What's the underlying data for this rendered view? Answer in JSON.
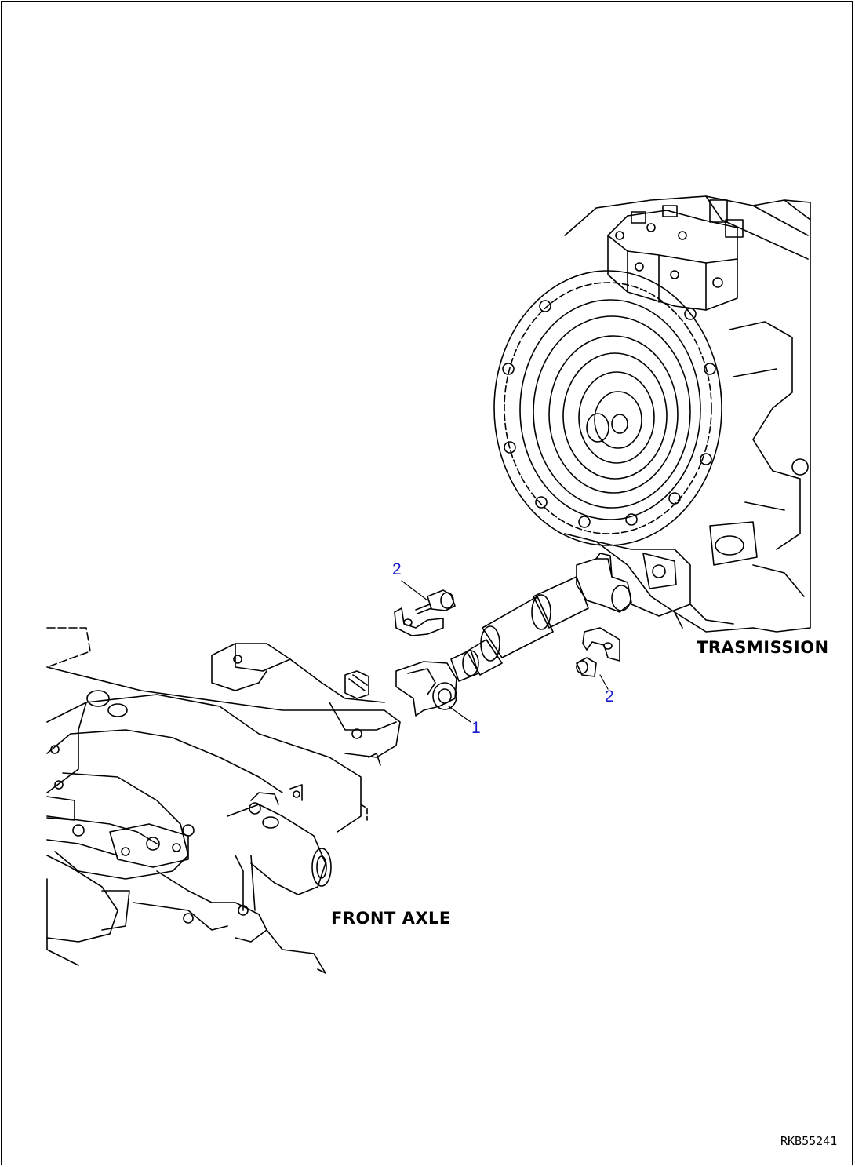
{
  "labels": {
    "transmission": "TRASMISSION",
    "front_axle": "FRONT AXLE"
  },
  "callouts": [
    {
      "id": "callout-1",
      "text": "1"
    },
    {
      "id": "callout-2-upper",
      "text": "2"
    },
    {
      "id": "callout-2-lower",
      "text": "2"
    }
  ],
  "figure_id": "RKB55241",
  "colors": {
    "line": "#000000",
    "callout": "#1a1acc",
    "background": "#ffffff"
  }
}
